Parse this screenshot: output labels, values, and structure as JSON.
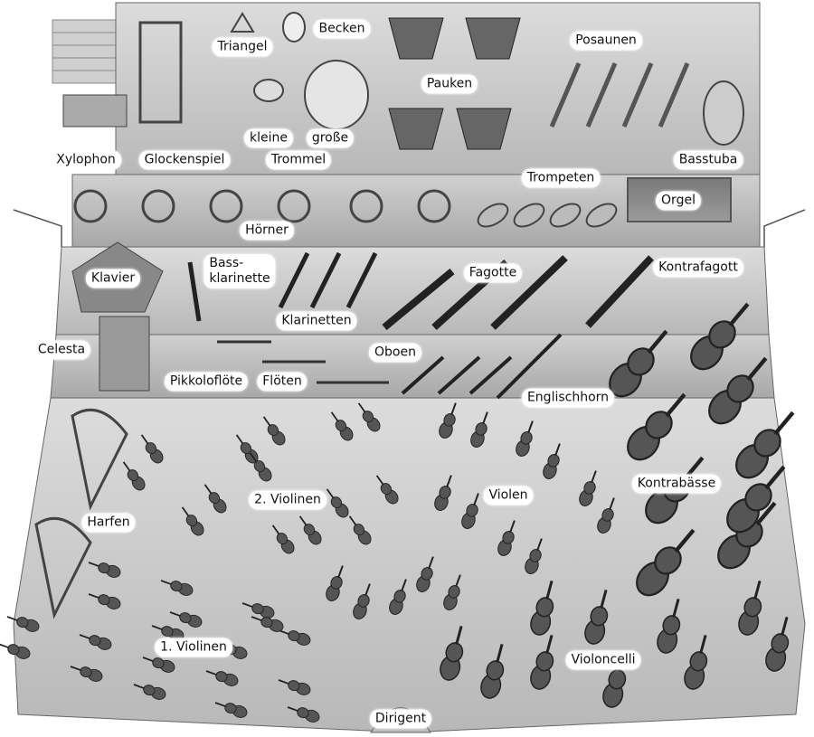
{
  "labels": {
    "triangel": "Triangel",
    "becken": "Becken",
    "posaunen": "Posaunen",
    "pauken": "Pauken",
    "kleine": "kleine",
    "grosse": "große",
    "trommel": "Trommel",
    "xylophon": "Xylophon",
    "glockenspiel": "Glockenspiel",
    "basstuba": "Basstuba",
    "trompeten": "Trompeten",
    "orgel": "Orgel",
    "hoerner": "Hörner",
    "klavier": "Klavier",
    "bassklarinette": "Bass-\nklarinette",
    "fagotte": "Fagotte",
    "kontrafagott": "Kontrafagott",
    "klarinetten": "Klarinetten",
    "celesta": "Celesta",
    "oboen": "Oboen",
    "pikkolofloete": "Pikkoloflöte",
    "floeten": "Flöten",
    "englischhorn": "Englischhorn",
    "violinen2": "2. Violinen",
    "violen": "Violen",
    "kontrabaesse": "Kontrabässe",
    "harfen": "Harfen",
    "violinen1": "1. Violinen",
    "violoncelli": "Violoncelli",
    "dirigent": "Dirigent"
  }
}
